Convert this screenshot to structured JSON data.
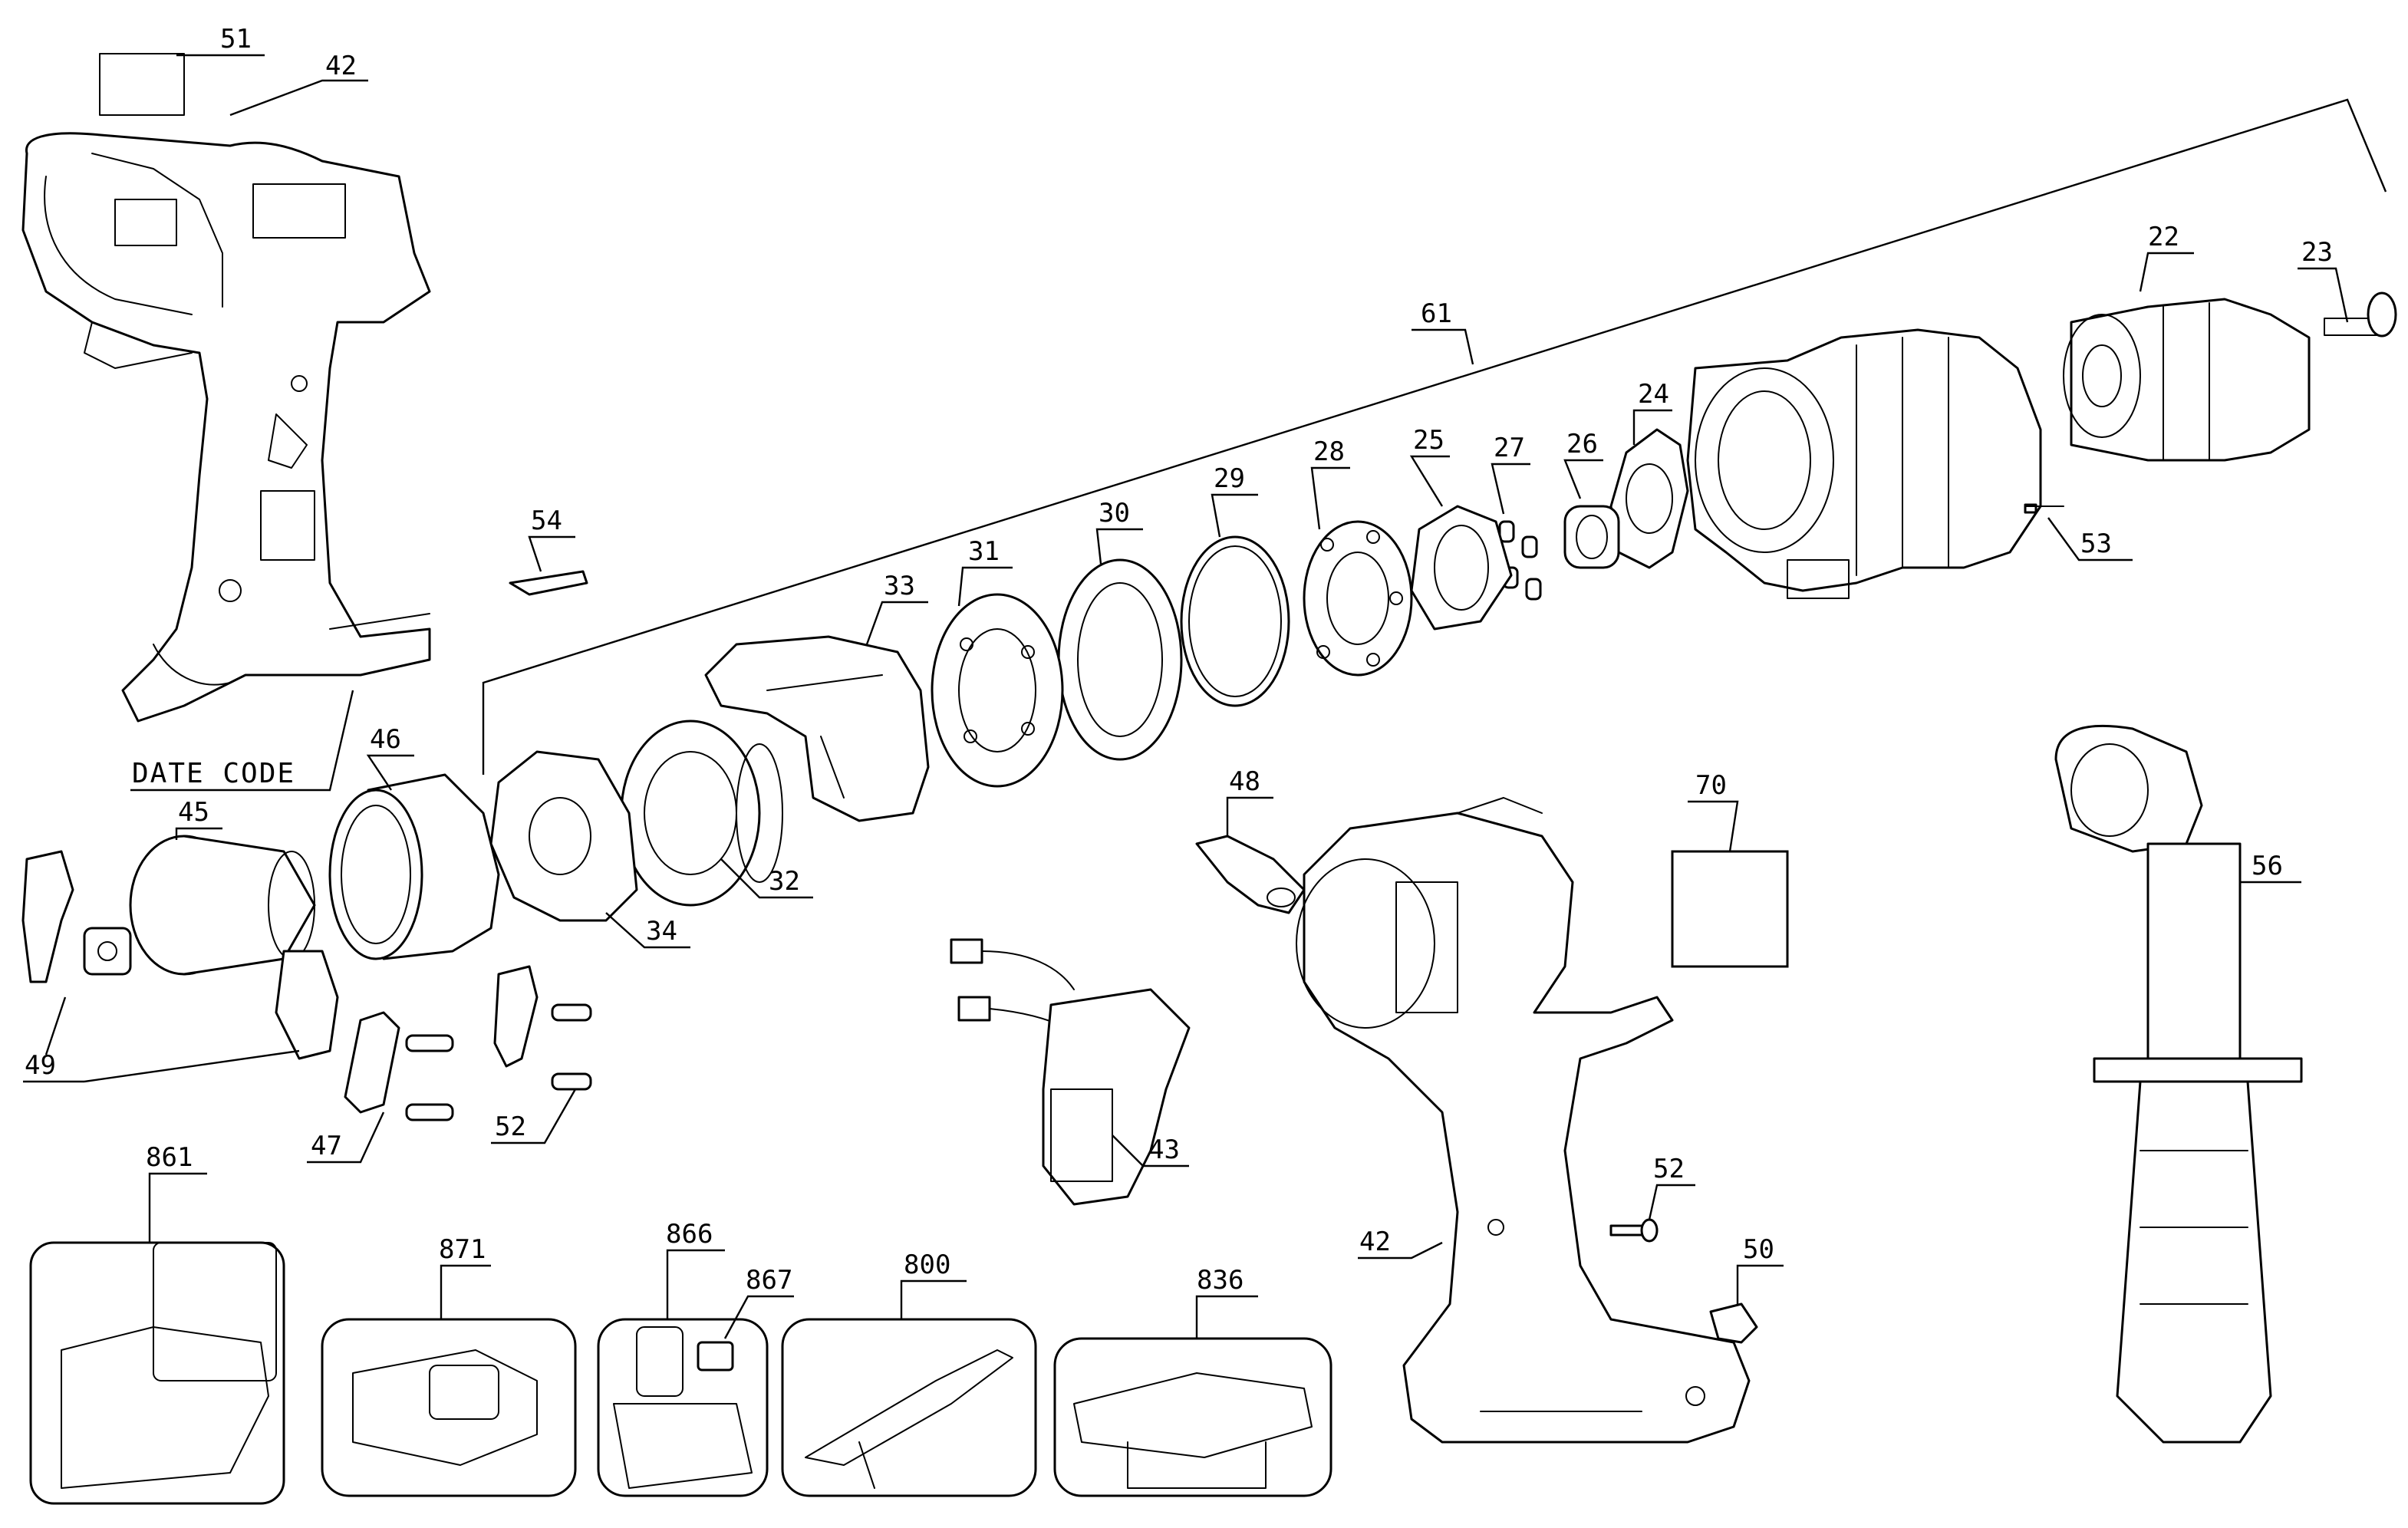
{
  "diagram": {
    "date_code_label": "DATE CODE",
    "callouts": {
      "c51": "51",
      "c42_top": "42",
      "c61": "61",
      "c22": "22",
      "c23": "23",
      "c24": "24",
      "c26": "26",
      "c27": "27",
      "c25": "25",
      "c28": "28",
      "c29": "29",
      "c30": "30",
      "c31": "31",
      "c33": "33",
      "c54": "54",
      "c53": "53",
      "c46": "46",
      "c45": "45",
      "c32": "32",
      "c34": "34",
      "c48": "48",
      "c70": "70",
      "c56": "56",
      "c49": "49",
      "c47": "47",
      "c52_left": "52",
      "c43": "43",
      "c52_right": "52",
      "c42_bottom": "42",
      "c50": "50",
      "c861": "861",
      "c871": "871",
      "c866": "866",
      "c867": "867",
      "c800": "800",
      "c836": "836"
    }
  }
}
